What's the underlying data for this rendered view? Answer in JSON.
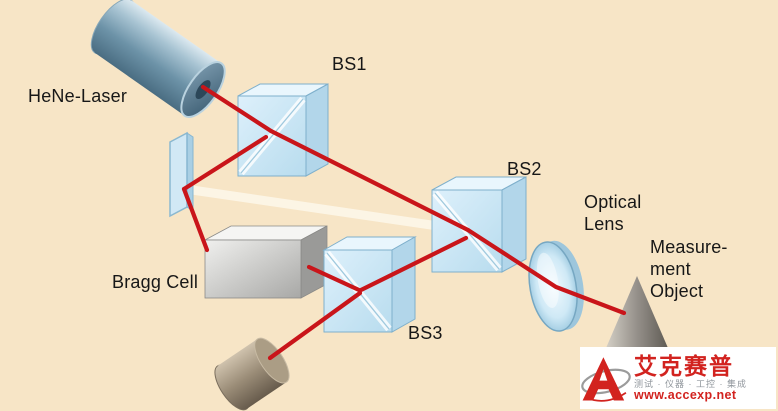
{
  "diagram": {
    "labels": {
      "laser": "HeNe-Laser",
      "bs1": "BS1",
      "bs2": "BS2",
      "bs3": "BS3",
      "bragg_cell": "Bragg Cell",
      "optical_lens": "Optical\nLens",
      "measurement_object": "Measure-\nment\nObject"
    },
    "colors": {
      "background": "#f7e5c6",
      "beam": "#c9151a",
      "beam_soft": "rgba(255,253,246,0.65)",
      "bs_cube": "#cfe9f8",
      "accent_red": "#d2231f"
    }
  },
  "watermark": {
    "brand": "艾克赛普",
    "tagline": "测试 · 仪器 · 工控 · 集成",
    "url": "www.accexp.net"
  }
}
